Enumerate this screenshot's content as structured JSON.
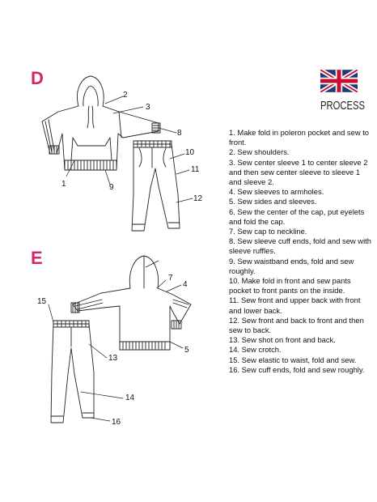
{
  "sections": {
    "d_letter": "D",
    "e_letter": "E"
  },
  "header": {
    "flag_icon": "union-jack-flag",
    "process_label": "PROCESS"
  },
  "callouts_d": [
    "1",
    "2",
    "3",
    "8",
    "9",
    "10",
    "11",
    "12"
  ],
  "callouts_e": [
    "4",
    "5",
    "7",
    "13",
    "14",
    "15",
    "16"
  ],
  "steps": [
    "1. Make fold in poleron pocket and sew to front.",
    "2. Sew shoulders.",
    "3. Sew center sleeve 1 to center sleeve 2 and then sew center sleeve to sleeve 1 and sleeve 2.",
    "4. Sew sleeves to armholes.",
    "5. Sew sides and sleeves.",
    "6. Sew the center of the cap, put eyelets and fold the cap.",
    "7. Sew cap to neckline.",
    "8. Sew sleeve cuff ends, fold and sew with sleeve ruffles.",
    "9. Sew waistband ends, fold and sew roughly.",
    "10. Make fold in front and sew pants pocket to front pants on the inside.",
    "11. Sew front and upper back with front and lower back.",
    "12. Sew front and back to front and then sew to back.",
    "13. Sew shot on front and back.",
    "14. Sew crotch.",
    "15. Sew elastic to waist, fold and sew.",
    "16. Sew cuff ends, fold and sew roughly."
  ],
  "colors": {
    "accent_magenta": "#d6246e",
    "flag_blue": "#1f3a7a",
    "flag_red": "#c8102e"
  }
}
